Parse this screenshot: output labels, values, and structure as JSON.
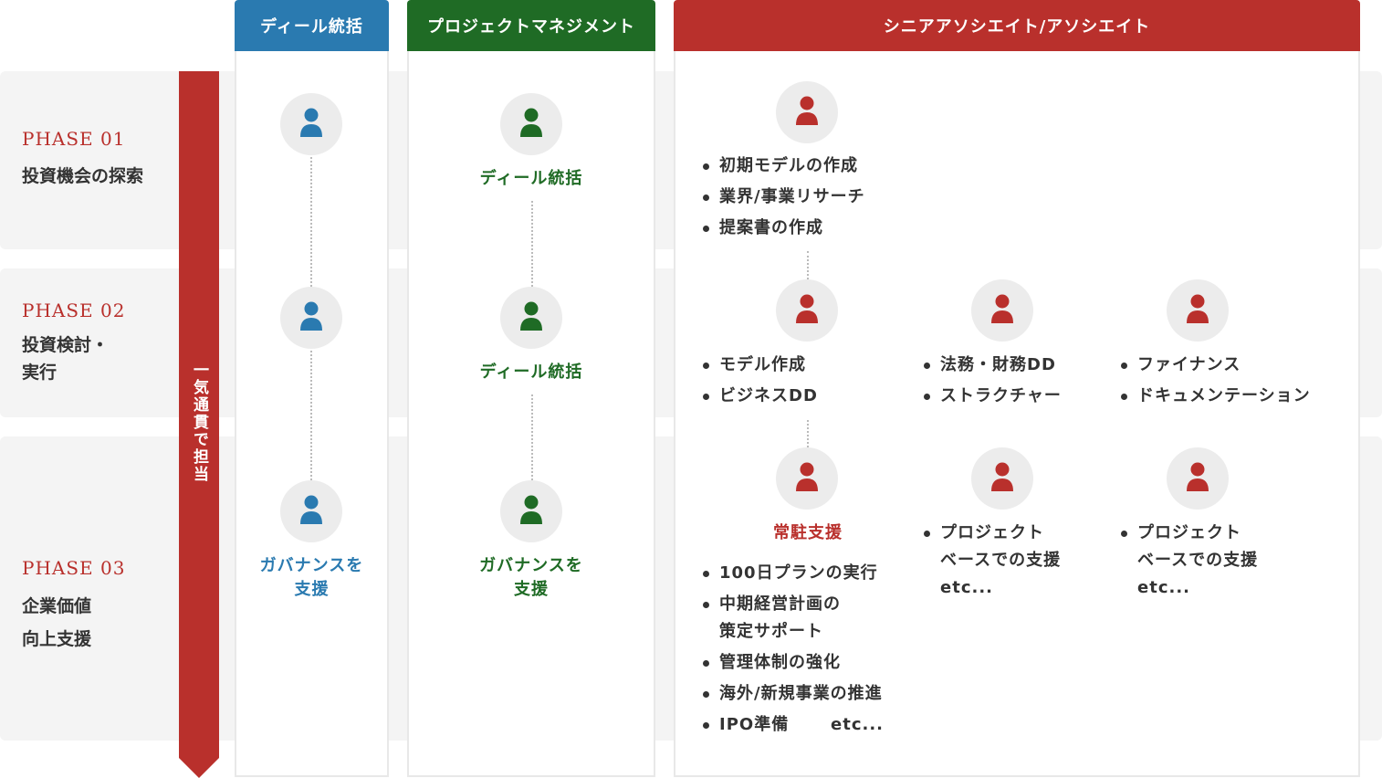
{
  "colors": {
    "blue": "#2a7ab0",
    "green": "#1f6b25",
    "red": "#b9302c"
  },
  "phases": [
    {
      "num": "PHASE 01",
      "title": "投資機会の探索"
    },
    {
      "num": "PHASE 02",
      "title_lines": [
        "投資検討・",
        "実行"
      ]
    },
    {
      "num": "PHASE 03",
      "title_lines": [
        "企業価値",
        "向上支援"
      ]
    }
  ],
  "arrow_label": "一気通貫で担当",
  "columns": {
    "deal": {
      "header": "ディール統括",
      "row3_label": [
        "ガバナンスを",
        "支援"
      ]
    },
    "pm": {
      "header": "プロジェクトマネジメント",
      "row1_label": "ディール統括",
      "row2_label": "ディール統括",
      "row3_label": [
        "ガバナンスを",
        "支援"
      ]
    },
    "associate": {
      "header": "シニアアソシエイト/アソシエイト",
      "row1": [
        "初期モデルの作成",
        "業界/事業リサーチ",
        "提案書の作成"
      ],
      "row2": [
        [
          "モデル作成",
          "ビジネスDD"
        ],
        [
          "法務・財務DD",
          "ストラクチャー"
        ],
        [
          "ファイナンス",
          "ドキュメンテーション"
        ]
      ],
      "row3_label": "常駐支援",
      "row3_main": [
        "100日プランの実行",
        "中期経営計画の",
        "策定サポート",
        "管理体制の強化",
        "海外/新規事業の推進",
        "IPO準備",
        "etc..."
      ],
      "row3_side": [
        "プロジェクト",
        "ベースでの支援",
        "etc..."
      ]
    }
  }
}
